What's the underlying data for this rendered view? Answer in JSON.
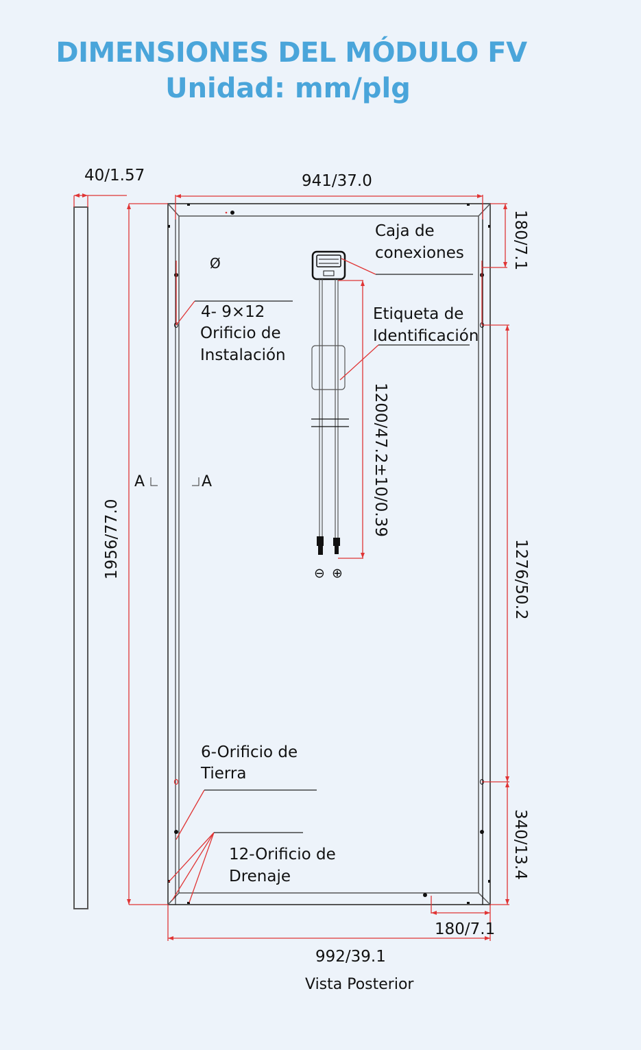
{
  "header": {
    "title": "DIMENSIONES DEL MÓDULO FV",
    "subtitle": "Unidad: mm/plg"
  },
  "colors": {
    "title": "#4aa5da",
    "background": "#edf3fa",
    "dimension_lines": "#e03535",
    "outline": "#555555"
  },
  "dimensions": {
    "frame_thickness": "40/1.57",
    "inner_width": "941/37.0",
    "overall_width": "992/39.1",
    "overall_height": "1956/77.0",
    "top_hole_offset": "180/7.1",
    "bottom_hole_offset": "180/7.1",
    "mounting_hole_spacing": "1276/50.2",
    "ground_to_bottom": "340/13.4",
    "cable_length": "1200/47.2±10/0.39"
  },
  "annotations": {
    "junction_box": [
      "Caja de",
      "conexiones"
    ],
    "id_label": [
      "Etiqueta de",
      "Identificación"
    ],
    "mounting_holes": [
      "4-  9×12",
      "Orificio de",
      "Instalación"
    ],
    "ground_holes": [
      "6-Orificio de",
      "Tierra"
    ],
    "drain_holes": [
      "12-Orificio de",
      "Drenaje"
    ],
    "diameter_symbol": "Ø",
    "section_left": "A",
    "section_right": "A",
    "negative_terminal": "⊖",
    "positive_terminal": "⊕",
    "view_label": "Vista Posterior"
  }
}
